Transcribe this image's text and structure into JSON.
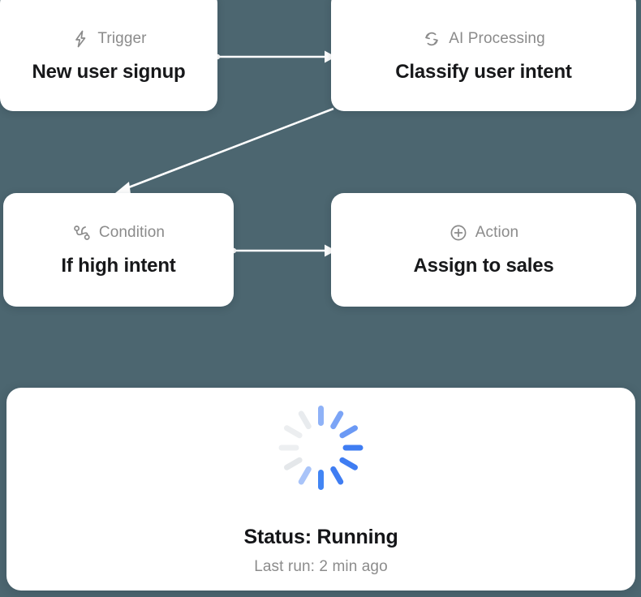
{
  "theme": {
    "background": "#4c6670",
    "card_background": "#ffffff",
    "connector_color": "#ffffff",
    "title_color": "#17181a",
    "muted_color": "#8b8b8b",
    "spinner_active_color": "#4285f4",
    "spinner_idle_color": "#eceef0"
  },
  "workflow": {
    "nodes": [
      {
        "id": "trigger",
        "kind_label": "Trigger",
        "kind_icon": "lightning-bolt-icon",
        "title": "New user signup"
      },
      {
        "id": "ai",
        "kind_label": "AI Processing",
        "kind_icon": "refresh-cycle-icon",
        "title": "Classify user intent"
      },
      {
        "id": "condition",
        "kind_label": "Condition",
        "kind_icon": "branch-condition-icon",
        "title": "If high intent"
      },
      {
        "id": "action",
        "kind_label": "Action",
        "kind_icon": "plus-circle-icon",
        "title": "Assign to sales"
      }
    ],
    "connectors": [
      {
        "id": "trigger-to-ai",
        "from": "trigger",
        "to": "ai",
        "style": "straight-horizontal"
      },
      {
        "id": "ai-to-condition",
        "from": "ai",
        "to": "condition",
        "style": "diagonal"
      },
      {
        "id": "condition-to-action",
        "from": "condition",
        "to": "action",
        "style": "straight-horizontal"
      }
    ]
  },
  "status_panel": {
    "spinner_icon": "loading-spinner-icon",
    "spinner_spokes": 12,
    "status_text": "Status: Running",
    "last_run_text": "Last run: 2 min ago"
  }
}
